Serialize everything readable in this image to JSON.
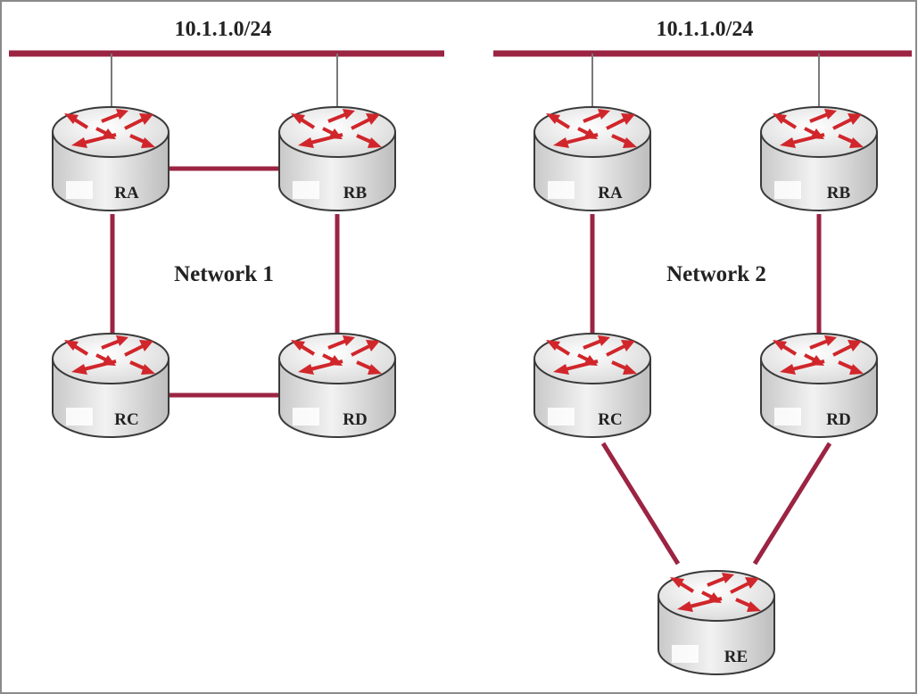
{
  "subnets": [
    "10.1.1.0/24",
    "10.1.1.0/24"
  ],
  "networks": [
    "Network 1",
    "Network 2"
  ],
  "routers": {
    "n1": [
      "RA",
      "RB",
      "RC",
      "RD"
    ],
    "n2": [
      "RA",
      "RB",
      "RC",
      "RD",
      "RE"
    ]
  },
  "colors": {
    "link": "#9b2443",
    "arrow": "#d0262b",
    "router_body": "#d9d9d9"
  },
  "icons": {
    "router": "router-icon"
  }
}
